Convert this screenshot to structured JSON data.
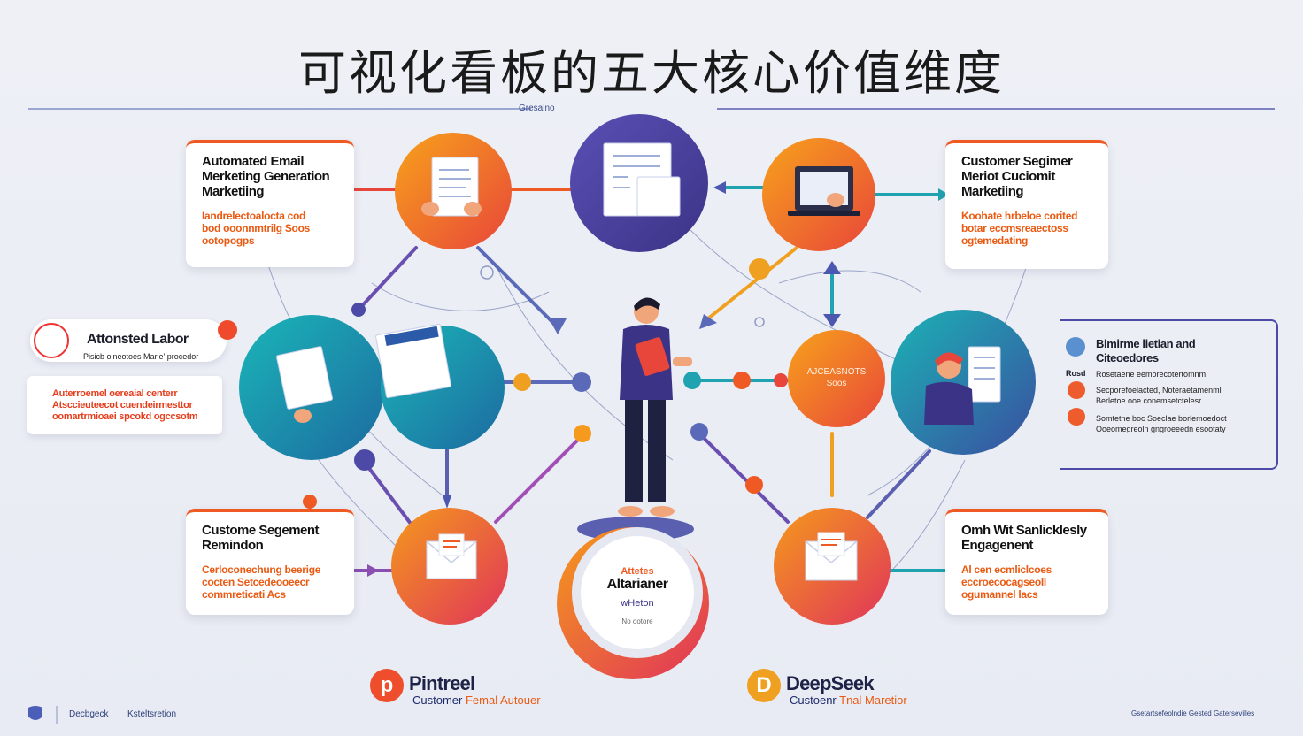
{
  "title": "可视化看板的五大核心价值维度",
  "header_small_label": "Gresalno",
  "cards": {
    "top_left": {
      "heading": [
        "Automated Email",
        "Merketing Generation",
        "Marketiing"
      ],
      "body": [
        "Iandrelectoalocta cod",
        "bod ooonnmtrilg Soos",
        "ootopogps"
      ]
    },
    "top_right": {
      "heading": [
        "Customer Segimer",
        "Meriot Cuciomit",
        "Marketiing"
      ],
      "body": [
        "Koohate hrbeloe corited",
        "botar eccmsreaectoss",
        "ogtemedating"
      ]
    },
    "bottom_left": {
      "heading": [
        "Custome Segement",
        "Remindon"
      ],
      "body": [
        "Cerloconechung beerige",
        "cocten Setcedeooeecr",
        "commreticati Acs"
      ]
    },
    "bottom_right": {
      "heading": [
        "Omh Wit Sanlicklesly",
        "Engagenent"
      ],
      "body": [
        "Al cen ecmliclcoes",
        "eccroecocagseoll",
        "ogumannel lacs"
      ]
    }
  },
  "labor_pill": {
    "heading": "Attonsted Labor",
    "sub": "Pisicb olneotoes Marie' procedor"
  },
  "notes_box": {
    "lines": [
      "Auterroemel oereaial centerr",
      "Atsccieuteecot cuendeirmesttor",
      "oomartrmioaei spcokd ogccsotm"
    ]
  },
  "right_panel": {
    "heading": [
      "Bimirme lietian and",
      "Citeoedores"
    ],
    "top_tag": "Rosd",
    "row_top": "Rosetaene eemorecotertomnm",
    "rows": [
      [
        "Secporefoelacted, Noteraetamenml",
        "Berletoe ooe conemsetctelesr"
      ],
      [
        "Somtetne boc Soeclae borlemoedoct",
        "Ooeomegreoln gngroeeedn esootaty"
      ]
    ]
  },
  "center_nodes": {
    "orange_node": [
      "AJCEASNOTS",
      "Soos"
    ],
    "hub": [
      "Attetes",
      "Altarianer",
      "wHeton"
    ],
    "hub_footer": "No ootore"
  },
  "brands": {
    "left": {
      "logo": "p",
      "name": "Pintreel",
      "tag_a": "Customer",
      "tag_b": "Femal Autouer"
    },
    "right": {
      "logo": "D",
      "name": "DeepSeek",
      "tag_a": "Custoenr",
      "tag_b": "Tnal Maretior"
    }
  },
  "footer": {
    "left_a": "Decbgeck",
    "left_b": "Ksteltsretion",
    "right": "Gsetartsefeolndie Gested Gatersevilles"
  },
  "colors": {
    "accent_orange": "#ef5a24",
    "accent_purple": "#4c4aa6",
    "accent_teal": "#1fa3b0",
    "title": "#1a1a1a"
  }
}
